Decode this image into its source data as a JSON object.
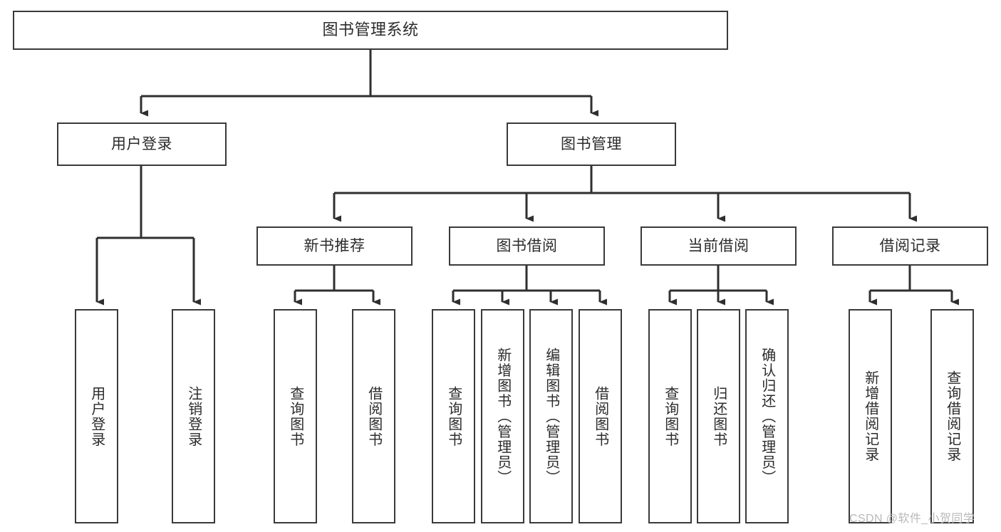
{
  "diagram": {
    "type": "tree",
    "title": "图书管理系统",
    "orientation": "top-down",
    "watermark": "CSDN @软件_小贺同学",
    "colors": {
      "background": "#ffffff",
      "node_border": "#3a3a3a",
      "node_fill": "#ffffff",
      "text": "#2b2b2b",
      "edge": "#3a3a3a",
      "watermark": "#b9b9b9"
    },
    "nodes": {
      "root": {
        "label": "图书管理系统",
        "level": 0
      },
      "l1": [
        {
          "id": "user_login",
          "label": "用户登录"
        },
        {
          "id": "book_manage",
          "label": "图书管理"
        }
      ],
      "l2": [
        {
          "id": "new_book_rec",
          "label": "新书推荐",
          "parent": "book_manage"
        },
        {
          "id": "book_borrow",
          "label": "图书借阅",
          "parent": "book_manage"
        },
        {
          "id": "current_borrow",
          "label": "当前借阅",
          "parent": "book_manage"
        },
        {
          "id": "borrow_record",
          "label": "借阅记录",
          "parent": "book_manage"
        }
      ],
      "leaves": [
        {
          "id": "leaf_user_login",
          "label": "用户登录",
          "parent": "user_login"
        },
        {
          "id": "leaf_logout",
          "label": "注销登录",
          "parent": "user_login"
        },
        {
          "id": "leaf_query_book_1",
          "label": "查询图书",
          "parent": "new_book_rec"
        },
        {
          "id": "leaf_borrow_book_1",
          "label": "借阅图书",
          "parent": "new_book_rec"
        },
        {
          "id": "leaf_query_book_2",
          "label": "查询图书",
          "parent": "book_borrow"
        },
        {
          "id": "leaf_add_book",
          "label": "新增图书（管理员）",
          "parent": "book_borrow"
        },
        {
          "id": "leaf_edit_book",
          "label": "编辑图书（管理员）",
          "parent": "book_borrow"
        },
        {
          "id": "leaf_borrow_book_2",
          "label": "借阅图书",
          "parent": "book_borrow"
        },
        {
          "id": "leaf_query_book_3",
          "label": "查询图书",
          "parent": "current_borrow"
        },
        {
          "id": "leaf_return_book",
          "label": "归还图书",
          "parent": "current_borrow"
        },
        {
          "id": "leaf_confirm_return",
          "label": "确认归还（管理员）",
          "parent": "current_borrow"
        },
        {
          "id": "leaf_add_record",
          "label": "新增借阅记录",
          "parent": "borrow_record"
        },
        {
          "id": "leaf_query_record",
          "label": "查询借阅记录",
          "parent": "borrow_record"
        }
      ]
    }
  }
}
